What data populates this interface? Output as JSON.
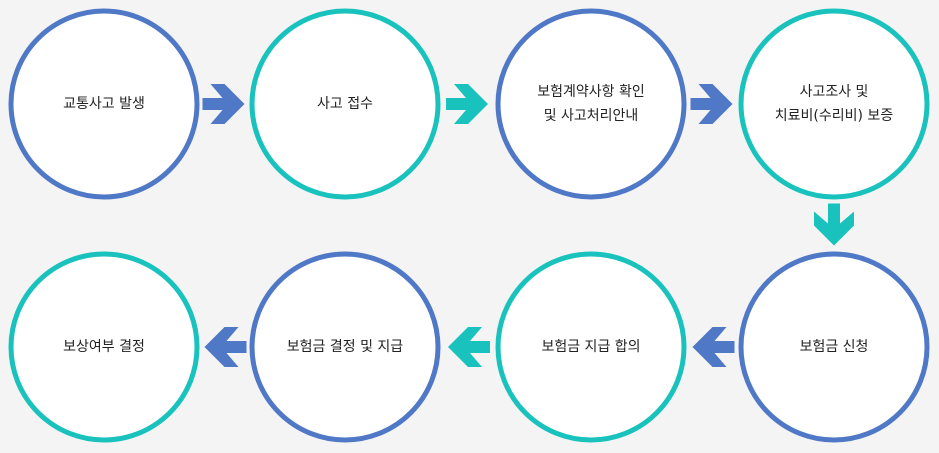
{
  "colors": {
    "blue": "#4f78c6",
    "teal": "#19c2bd",
    "background": "#f4f4f4"
  },
  "steps": [
    {
      "label": "교통사고 발생",
      "color": "blue"
    },
    {
      "label": "사고 접수",
      "color": "teal"
    },
    {
      "label": "보험계약사항 확인\n및 사고처리안내",
      "color": "blue"
    },
    {
      "label": "사고조사 및\n치료비(수리비) 보증",
      "color": "teal"
    },
    {
      "label": "보험금 신청",
      "color": "blue"
    },
    {
      "label": "보험금 지급 합의",
      "color": "teal"
    },
    {
      "label": "보험금 결정 및 지급",
      "color": "blue"
    },
    {
      "label": "보상여부 결정",
      "color": "teal"
    }
  ],
  "arrows": [
    {
      "from": 0,
      "to": 1,
      "direction": "right",
      "color": "blue"
    },
    {
      "from": 1,
      "to": 2,
      "direction": "right",
      "color": "teal"
    },
    {
      "from": 2,
      "to": 3,
      "direction": "right",
      "color": "blue"
    },
    {
      "from": 3,
      "to": 4,
      "direction": "down",
      "color": "teal"
    },
    {
      "from": 4,
      "to": 5,
      "direction": "left",
      "color": "blue"
    },
    {
      "from": 5,
      "to": 6,
      "direction": "left",
      "color": "teal"
    },
    {
      "from": 6,
      "to": 7,
      "direction": "left",
      "color": "blue"
    }
  ]
}
